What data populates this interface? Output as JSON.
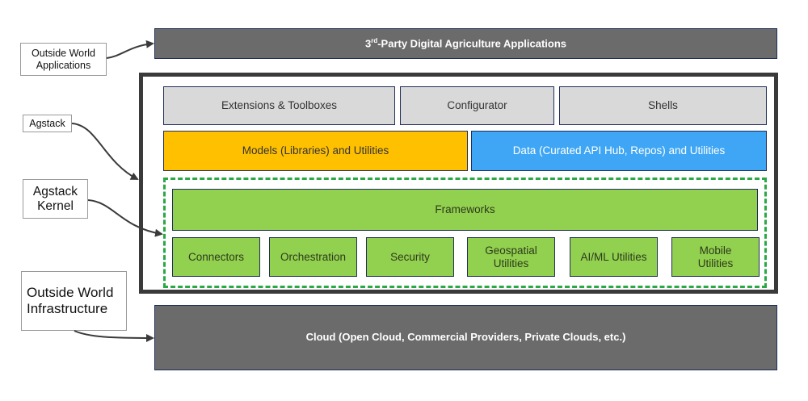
{
  "top_bar": {
    "title_pre": "3",
    "title_sup": "rd",
    "title_post": "-Party Digital Agriculture Applications"
  },
  "bottom_bar": {
    "title": "Cloud (Open Cloud, Commercial Providers, Private Clouds, etc.)"
  },
  "agstack": {
    "row1": [
      "Extensions & Toolboxes",
      "Configurator",
      "Shells"
    ],
    "models": "Models (Libraries) and Utilities",
    "data": "Data (Curated API Hub, Repos) and Utilities"
  },
  "kernel": {
    "frameworks": "Frameworks",
    "components": [
      "Connectors",
      "Orchestration",
      "Security",
      "Geospatial Utilities",
      "AI/ML Utilities",
      "Mobile Utilities"
    ]
  },
  "labels": {
    "outside_world_apps": "Outside World Applications",
    "agstack": "Agstack",
    "agstack_kernel": "Agstack Kernel",
    "outside_world_infra": "Outside World Infrastructure"
  },
  "colors": {
    "dark_bar": "#6b6b6b",
    "light_box": "#d9d9d9",
    "models": "#ffc000",
    "data": "#3ea6f4",
    "kernel_green": "#92d050",
    "kernel_border": "#2aa845"
  }
}
